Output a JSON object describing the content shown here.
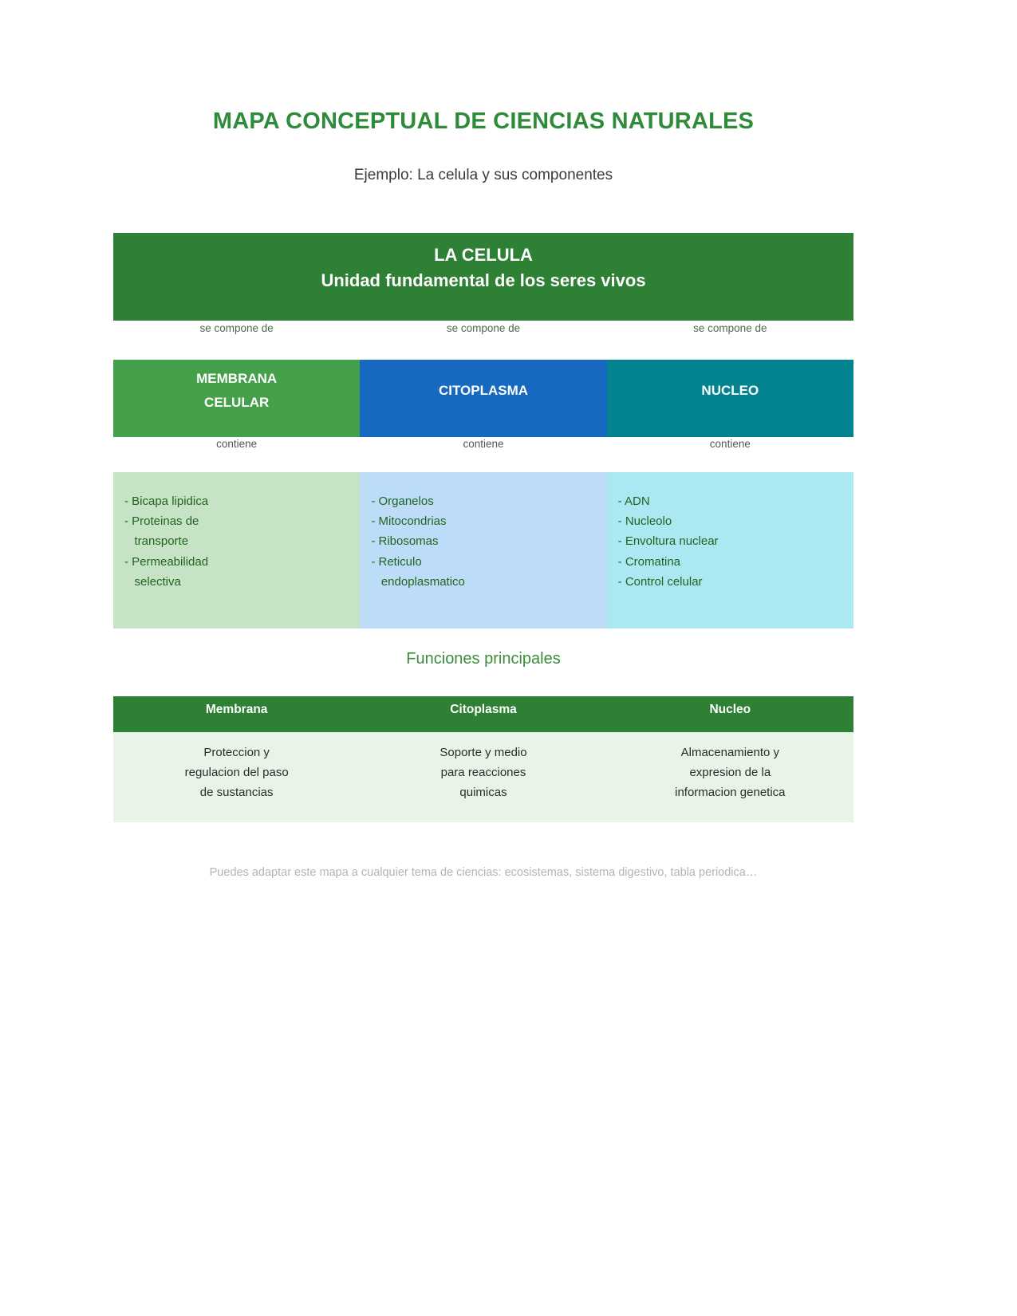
{
  "document": {
    "title": "MAPA CONCEPTUAL DE CIENCIAS NATURALES",
    "subtitle": "Ejemplo: La celula y sus componentes",
    "footer_note": "Puedes adaptar este mapa a cualquier tema de ciencias: ecosistemas, sistema digestivo, tabla periodica…"
  },
  "colors": {
    "title_green": "#2e8b39",
    "header_green": "#2e8034",
    "membrane_green": "#44a04a",
    "cytoplasm_blue": "#1668c0",
    "nucleus_teal": "#03838f",
    "detail_green": "#c6e3c6",
    "detail_blue": "#bcdcf8",
    "detail_cyan": "#ace8f2",
    "table_body_green": "#e8f4e8",
    "detail_text_green": "#21641f"
  },
  "main_node": {
    "title": "LA CELULA",
    "description": "Unidad fundamental de los seres vivos"
  },
  "connectors_level_1": [
    "se compone de",
    "se compone de",
    "se compone de"
  ],
  "categories": [
    {
      "label_lines": [
        "MEMBRANA",
        "CELULAR"
      ],
      "color": "#44a04a"
    },
    {
      "label_lines": [
        "CITOPLASMA"
      ],
      "color": "#1668c0"
    },
    {
      "label_lines": [
        "NUCLEO"
      ],
      "color": "#03838f"
    }
  ],
  "connectors_level_2": [
    "contiene",
    "contiene",
    "contiene"
  ],
  "details": [
    {
      "background": "#c6e3c6",
      "lines": [
        "- Bicapa lipidica",
        "- Proteinas de",
        "   transporte",
        "- Permeabilidad",
        "   selectiva"
      ]
    },
    {
      "background": "#bcdcf8",
      "lines": [
        "- Organelos",
        "- Mitocondrias",
        "- Ribosomas",
        "- Reticulo",
        "   endoplasmatico"
      ]
    },
    {
      "background": "#ace8f2",
      "lines": [
        "- ADN",
        "- Nucleolo",
        "- Envoltura nuclear",
        "- Cromatina",
        "- Control celular"
      ]
    }
  ],
  "functions_section": {
    "heading": "Funciones principales",
    "headers": [
      "Membrana",
      "Citoplasma",
      "Nucleo"
    ],
    "cells": [
      [
        "Proteccion y",
        "regulacion del paso",
        "de sustancias"
      ],
      [
        "Soporte y medio",
        "para reacciones",
        "quimicas"
      ],
      [
        "Almacenamiento y",
        "expresion de la",
        "informacion genetica"
      ]
    ]
  }
}
